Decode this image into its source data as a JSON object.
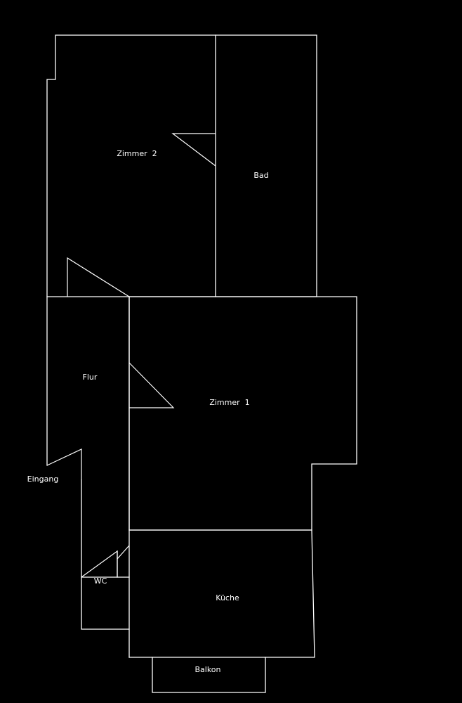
{
  "colors": {
    "background": "#000000",
    "lines": "#ffffff"
  },
  "rooms": {
    "zimmer2": "Zimmer  2",
    "bad": "Bad",
    "flur": "Flur",
    "zimmer1": "Zimmer  1",
    "eingang": "Eingang",
    "wc": "WC",
    "kueche": "Küche",
    "balkon": "Balkon"
  }
}
